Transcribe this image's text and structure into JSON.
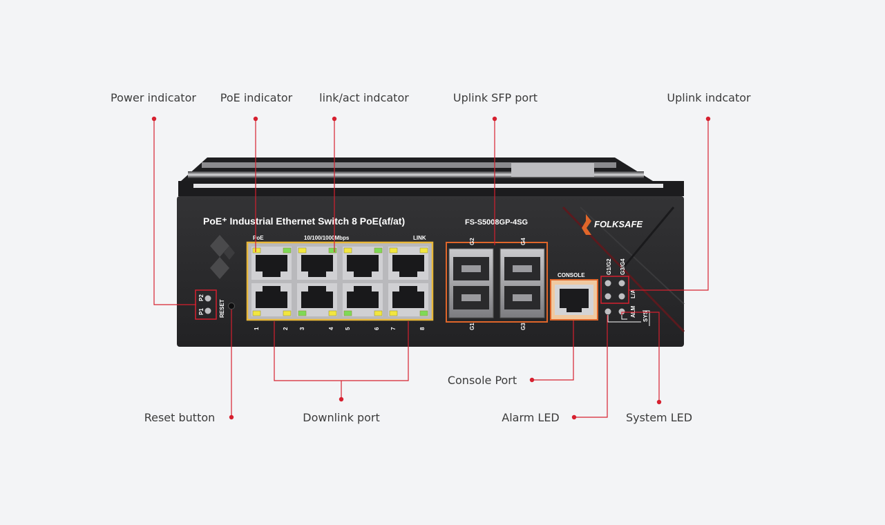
{
  "callouts": {
    "power_indicator": "Power indicator",
    "poe_indicator": "PoE indicator",
    "link_act_indicator": "link/act indcator",
    "uplink_sfp_port": "Uplink SFP port",
    "uplink_indicator": "Uplink indcator",
    "console_port": "Console Port",
    "reset_button": "Reset button",
    "downlink_port": "Downlink port",
    "alarm_led": "Alarm LED",
    "system_led": "System LED"
  },
  "device": {
    "title": "PoE⁺ Industrial Ethernet Switch 8 PoE(af/at)",
    "model": "FS-S5008GP-4SG",
    "brand": "FOLKSAFE",
    "poe_label": "PoE",
    "speed_label": "10/100/1000Mbps",
    "link_label": "LINK",
    "console_label": "CONSOLE",
    "reset_label": "RESET",
    "p1_label": "P1",
    "p2_label": "P2",
    "g1g2_label": "G1/G2",
    "g3g4_label": "G3/G4",
    "la_label": "L/A",
    "alm_label": "ALM",
    "sys_label": "SYS",
    "sfp_top_labels": [
      "G2",
      "G4"
    ],
    "sfp_bottom_labels": [
      "G1",
      "G3"
    ],
    "port_numbers": [
      "1",
      "2",
      "3",
      "4",
      "5",
      "6",
      "7",
      "8"
    ]
  },
  "colors": {
    "callout_line": "#d6202f",
    "highlight_yellow": "#e8b83a",
    "highlight_orange": "#e0662a",
    "led_yellow": "#f2e640",
    "led_green": "#7ed957",
    "chassis": "#2b2b2d",
    "background": "#f3f4f6"
  }
}
